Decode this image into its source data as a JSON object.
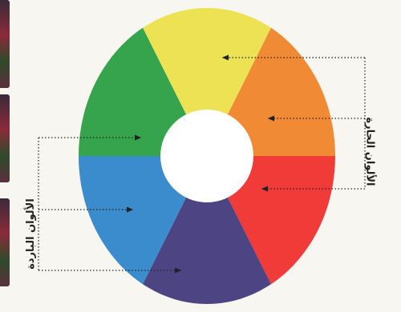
{
  "diagram": {
    "warm_label": "الألوان الحارة",
    "cold_label": "الألوان الباردة",
    "segments": [
      {
        "name": "yellow",
        "color": "#ece254",
        "group": "warm"
      },
      {
        "name": "orange",
        "color": "#f08a35",
        "group": "warm"
      },
      {
        "name": "red",
        "color": "#f13b39",
        "group": "warm"
      },
      {
        "name": "violet",
        "color": "#4d4483",
        "group": "cold"
      },
      {
        "name": "blue",
        "color": "#3b8ccd",
        "group": "cold"
      },
      {
        "name": "green",
        "color": "#36a34d",
        "group": "cold"
      }
    ],
    "center_color": "#ffffff",
    "arrow_color": "#222222"
  }
}
